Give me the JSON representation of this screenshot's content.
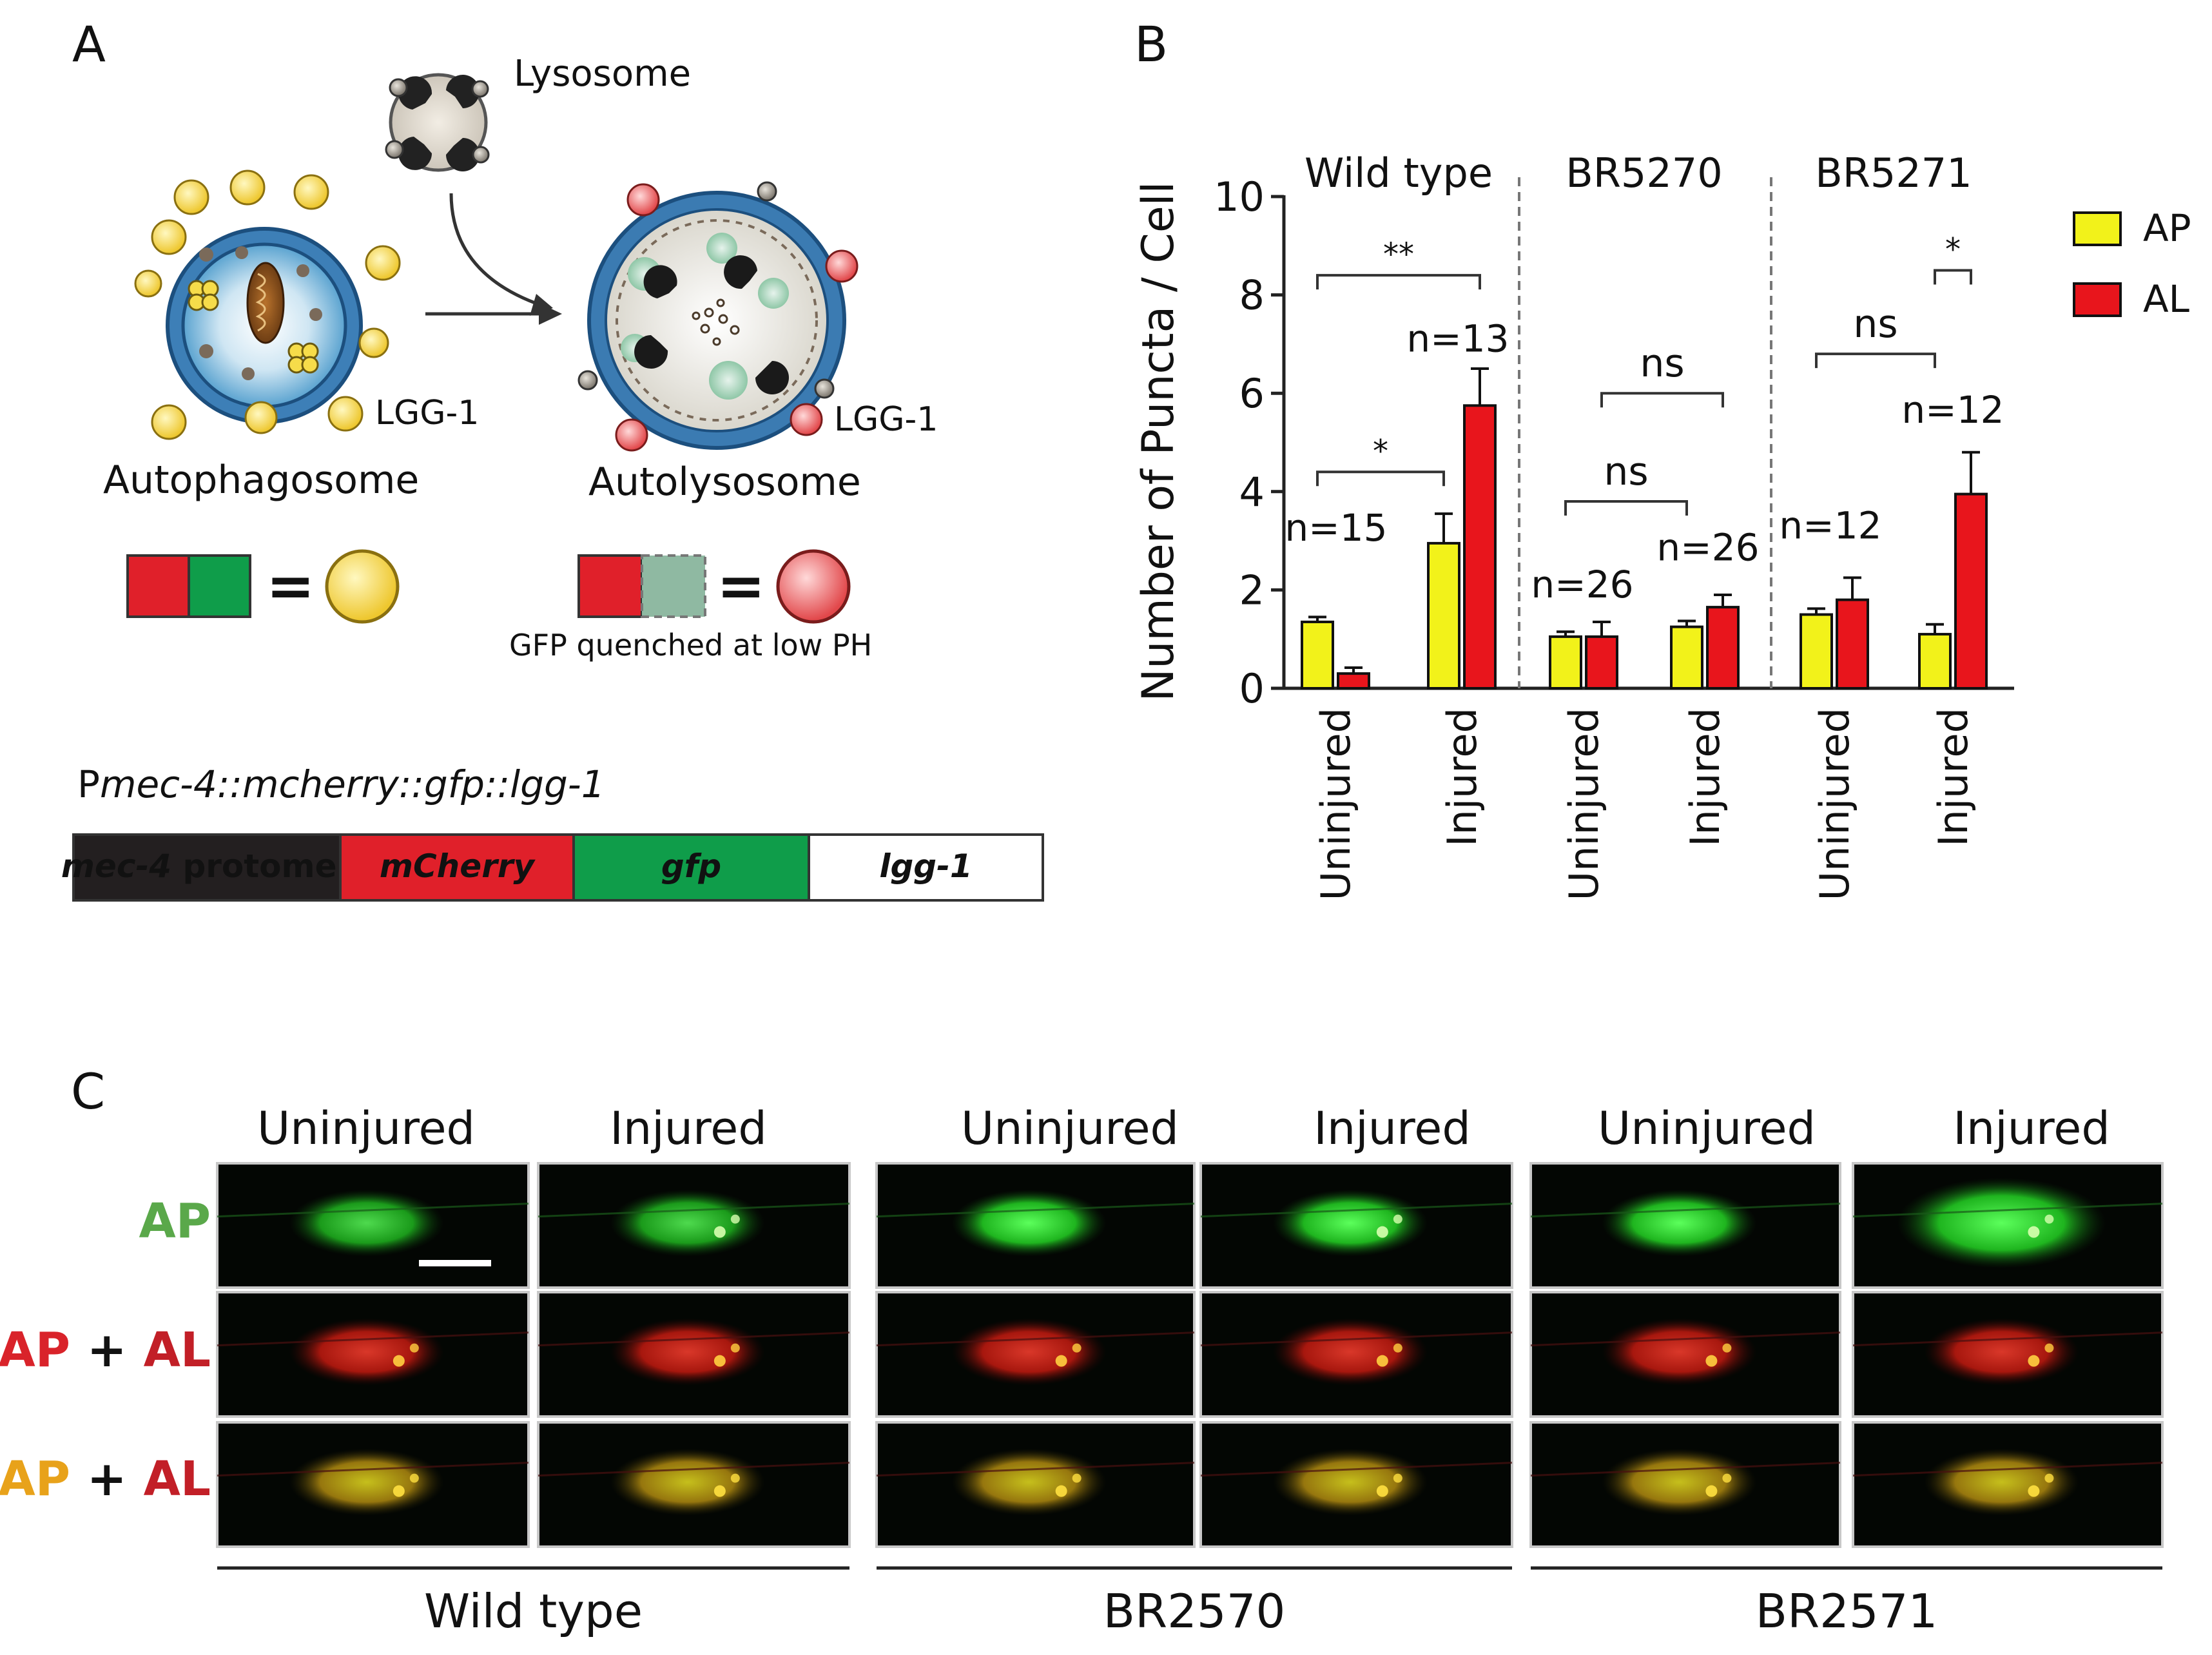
{
  "panels": {
    "a": "A",
    "b": "B",
    "c": "C"
  },
  "panel_a": {
    "lysosome": "Lysosome",
    "lgg1_left": "LGG-1",
    "lgg1_right": "LGG-1",
    "autophagosome": "Autophagosome",
    "autolysosome": "Autolysosome",
    "equals_left": "=",
    "equals_right": "=",
    "quench_note": "GFP quenched at low PH",
    "construct_prefix": "P",
    "construct_rest": "mec-4::mcherry::gfp::lgg-1",
    "segments": [
      {
        "italic": "mec-4",
        "plain": " protomer",
        "fill": "#231f20",
        "text_color": "#ffffff"
      },
      {
        "italic": "mCherry",
        "plain": "",
        "fill": "#e0202a",
        "text_color": "#8a0f15"
      },
      {
        "italic": "gfp",
        "plain": "",
        "fill": "#0f9d4a",
        "text_color": "#0a5a2a"
      },
      {
        "italic": "lgg-1",
        "plain": "",
        "fill": "#ffffff",
        "text_color": "#222222"
      }
    ],
    "colors": {
      "red": "#e0202a",
      "green": "#0f9d4a",
      "quenched_green": "#8fb9a2",
      "yellow": "#f6dc4a",
      "pink": "#f08a8a",
      "blue": "#2a6fa8"
    }
  },
  "chart_data": {
    "type": "bar",
    "ylabel": "Number of Puncta / Cell",
    "ylim": [
      0,
      10
    ],
    "yticks": [
      "0",
      "2",
      "4",
      "6",
      "8",
      "10"
    ],
    "groups": [
      "Wild type",
      "BR5270",
      "BR5271"
    ],
    "categories": [
      "Uninjured",
      "Injured",
      "Uninjured",
      "Injured",
      "Uninjured",
      "Injured"
    ],
    "series": [
      {
        "name": "AP",
        "color": "#f2f21a",
        "values": [
          1.35,
          2.95,
          1.05,
          1.25,
          1.5,
          1.1
        ],
        "errors": [
          0.1,
          0.6,
          0.1,
          0.12,
          0.12,
          0.2
        ]
      },
      {
        "name": "AL",
        "color": "#e8151c",
        "values": [
          0.3,
          5.75,
          1.05,
          1.65,
          1.8,
          3.95
        ],
        "errors": [
          0.12,
          0.75,
          0.3,
          0.25,
          0.45,
          0.85
        ]
      }
    ],
    "n_labels": [
      "n=15",
      "n=13",
      "n=26",
      "n=26",
      "n=12",
      "n=12"
    ],
    "comparisons": [
      {
        "label": "**",
        "from": [
          0,
          "AP"
        ],
        "to": [
          1,
          "AL"
        ],
        "y": 8.4
      },
      {
        "label": "*",
        "from": [
          0,
          "AP"
        ],
        "to": [
          1,
          "AP"
        ],
        "y": 4.4
      },
      {
        "label": "ns",
        "from": [
          2,
          "AL"
        ],
        "to": [
          3,
          "AL"
        ],
        "y": 6.0
      },
      {
        "label": "ns",
        "from": [
          2,
          "AP"
        ],
        "to": [
          3,
          "AP"
        ],
        "y": 3.8
      },
      {
        "label": "*",
        "from": [
          5,
          "AP"
        ],
        "to": [
          5,
          "AL"
        ],
        "y": 8.5
      },
      {
        "label": "ns",
        "from": [
          4,
          "AP"
        ],
        "to": [
          5,
          "AP"
        ],
        "y": 6.8
      }
    ],
    "legend": [
      "AP",
      "AL"
    ],
    "legend_position": "top-right"
  },
  "panel_c": {
    "column_headers": [
      "Uninjured",
      "Injured",
      "Uninjured",
      "Injured",
      "Uninjured",
      "Injured"
    ],
    "row_labels": [
      [
        {
          "text": "AP",
          "color": "#5aa84a"
        }
      ],
      [
        {
          "text": "AP",
          "color": "#d9232a"
        },
        {
          "text": " + ",
          "color": "#111111"
        },
        {
          "text": "AL",
          "color": "#c21f27"
        }
      ],
      [
        {
          "text": "AP",
          "color": "#e8a21a"
        },
        {
          "text": " + ",
          "color": "#111111"
        },
        {
          "text": "AL",
          "color": "#c21f27"
        }
      ]
    ],
    "group_labels": [
      "Wild type",
      "BR2570",
      "BR2571"
    ]
  }
}
